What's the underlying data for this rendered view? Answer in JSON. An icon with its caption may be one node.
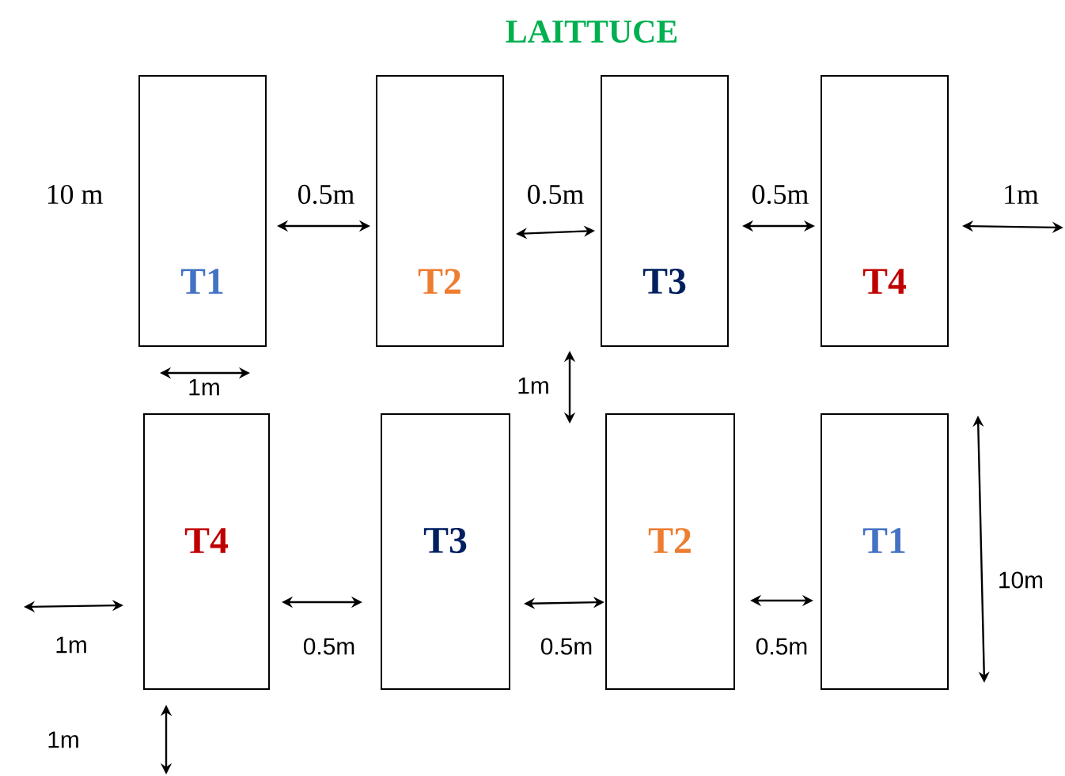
{
  "diagram": {
    "title": "LAITTUCE",
    "nodes": [
      {
        "text": [
          "T1"
        ]
      },
      {
        "text": [
          "T2"
        ]
      },
      {
        "text": [
          "T3"
        ]
      },
      {
        "text": [
          "T4"
        ]
      },
      {
        "text": [
          "T4"
        ]
      },
      {
        "text": [
          "T3"
        ]
      },
      {
        "text": [
          "T2"
        ]
      },
      {
        "text": [
          "T1"
        ]
      }
    ],
    "labels": [
      "10 m",
      "0.5m",
      "0.5m",
      "0.5m",
      "1m",
      "1m",
      "1m",
      "10m",
      "1m",
      "0.5m",
      "0.5m",
      "0.5m",
      "1m"
    ]
  }
}
